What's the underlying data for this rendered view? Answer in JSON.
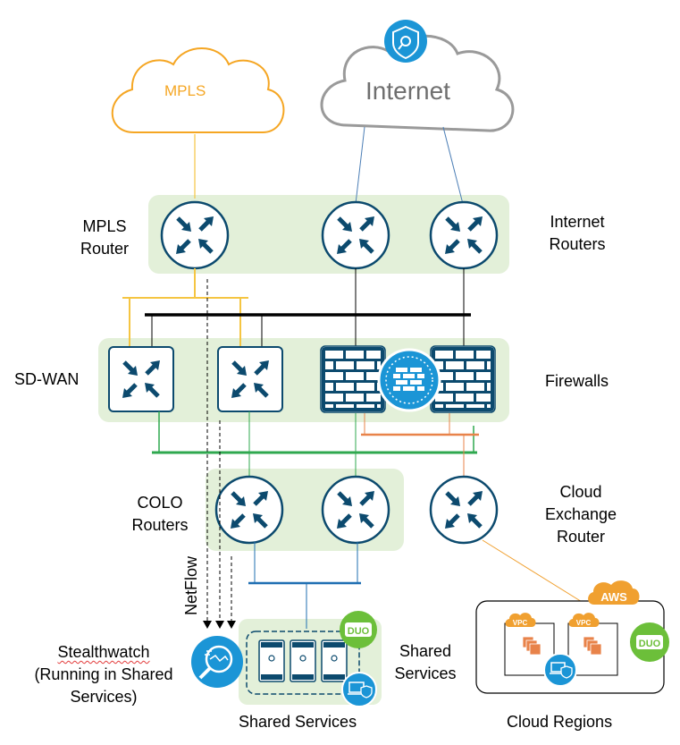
{
  "clouds": {
    "mpls": {
      "label": "MPLS",
      "color": "#f5a623"
    },
    "internet": {
      "label": "Internet",
      "color": "#8c8c8c",
      "shield_icon": "security-shield-icon"
    }
  },
  "labels": {
    "mpls_router": [
      "MPLS",
      "Router"
    ],
    "internet_routers": [
      "Internet",
      "Routers"
    ],
    "sdwan": "SD-WAN",
    "firewalls": "Firewalls",
    "colo_routers": [
      "COLO",
      "Routers"
    ],
    "cloud_exchange_router": [
      "Cloud",
      "Exchange",
      "Router"
    ],
    "netflow": "NetFlow",
    "stealthwatch": [
      "Stealthwatch",
      "(Running in Shared",
      "Services)"
    ],
    "shared_services_right": [
      "Shared",
      "Services"
    ],
    "shared_services_bottom": "Shared Services",
    "cloud_regions": "Cloud Regions",
    "aws": "AWS",
    "vpc": "VPC",
    "duo": "DUO"
  },
  "colors": {
    "device": "#0c4a6e",
    "device_outline": "#1f6f99",
    "zone_fill": "#e3f0d9",
    "mpls_bus": "#f5c542",
    "core_bus": "#000000",
    "green_bus": "#2fa84f",
    "orange_bus": "#e8834a",
    "blue_bus": "#1f6fb2",
    "duo_green": "#6cbf3a",
    "stealth_blue": "#1b95d6",
    "aws_orange": "#f0a030"
  }
}
